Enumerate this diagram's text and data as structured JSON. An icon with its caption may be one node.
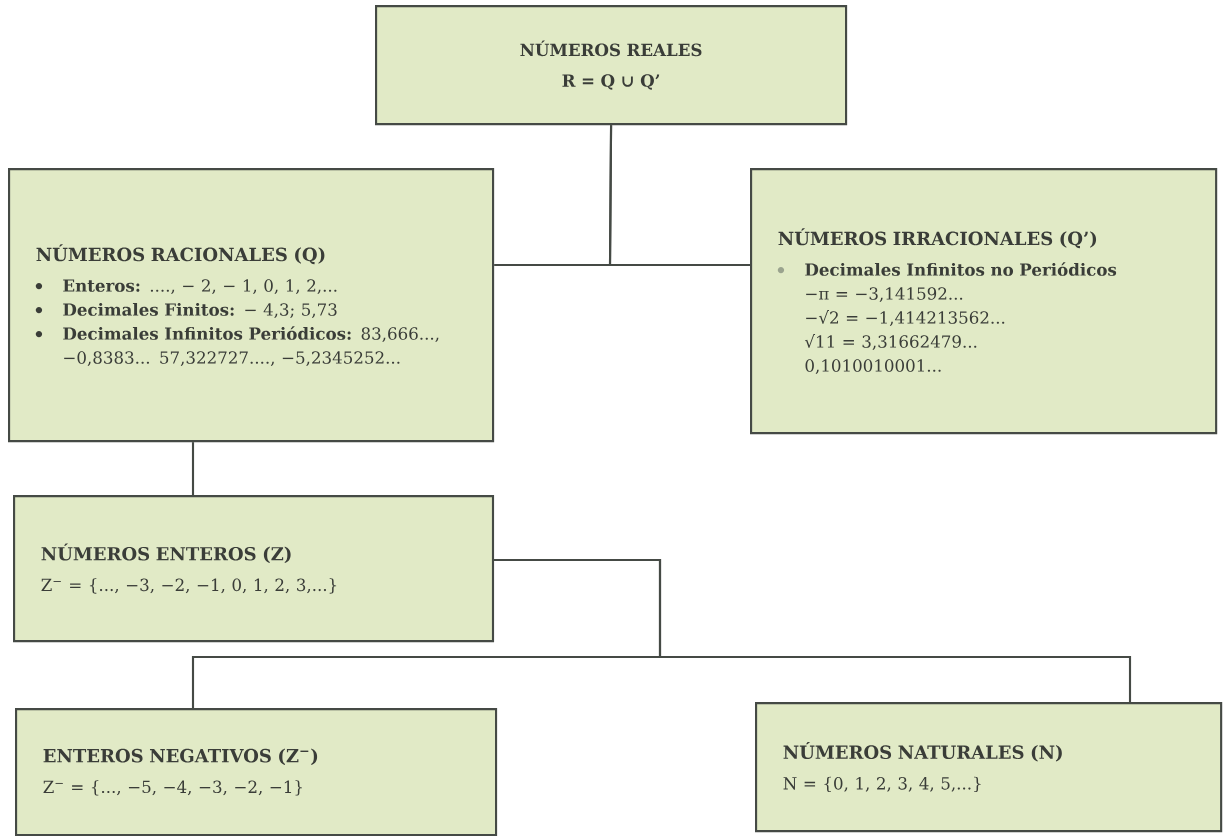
{
  "diagram": {
    "nodes": [
      {
        "text": [
          "NÚMEROS REALES",
          "R = Q ∪ Q’"
        ]
      },
      {
        "text": [
          "NÚMEROS RACIONALES (Q)",
          "**Enteros:** ...., − 2, − 1, 0, 1, 2,...",
          "**Decimales Finitos:** − 4,3; 5,73",
          "**Decimales Infinitos Periódicos:** 83,666..., −0,8383... 57,322727...., −5,2345252..."
        ]
      },
      {
        "text": [
          "NÚMEROS IRRACIONALES (Q’)",
          "Decimales Infinitos no Periódicos",
          "−π = −3,141592...",
          "−√2 = −1,414213562...",
          "√11 = 3,31662479...",
          "0,1010010001..."
        ]
      },
      {
        "text": [
          "NÚMEROS ENTEROS (Z)",
          "Z$^{−}$ = {..., −3, −2, −1, 0, 1, 2, 3,...}"
        ]
      },
      {
        "text": [
          "ENTEROS NEGATIVOS (Z$^{−}$)",
          "Z$^{−}$ = {..., −5, −4, −3, −2, −1}"
        ]
      },
      {
        "text": [
          "NÚMEROS NATURALES (N)",
          "N = {0, 1, 2, 3, 4, 5,...}"
        ]
      }
    ],
    "edges": [
      {
        "from": 0,
        "to": 1,
        "arrow": "none"
      },
      {
        "from": 0,
        "to": 2,
        "arrow": "none"
      },
      {
        "from": 1,
        "to": 3,
        "arrow": "none"
      },
      {
        "from": 3,
        "to": 4,
        "arrow": "none"
      },
      {
        "from": 3,
        "to": 5,
        "arrow": "none"
      }
    ]
  }
}
